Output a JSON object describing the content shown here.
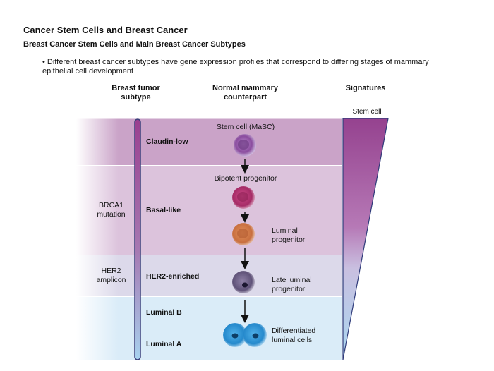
{
  "header": {
    "title": "Cancer Stem Cells and Breast Cancer",
    "subtitle": "Breast Cancer Stem Cells and Main Breast Cancer Subtypes",
    "bullet": "• Different breast cancer subtypes have gene expression profiles that correspond to differing stages of mammary epithelial cell development"
  },
  "columns": {
    "tumor_subtype": [
      "Breast tumor",
      "subtype"
    ],
    "normal_counterpart": [
      "Normal mammary",
      "counterpart"
    ],
    "signatures": "Signatures"
  },
  "signature_top_label": "Stem cell",
  "mutations": {
    "brca1": [
      "BRCA1",
      "mutation"
    ],
    "her2": [
      "HER2",
      "amplicon"
    ]
  },
  "subtypes": [
    "Claudin-low",
    "Basal-like",
    "HER2-enriched",
    "Luminal B",
    "Luminal A"
  ],
  "cells": {
    "stem": "Stem cell (MaSC)",
    "bipotent": "Bipotent progenitor",
    "luminal_progenitor": [
      "Luminal",
      "progenitor"
    ],
    "late_luminal": [
      "Late luminal",
      "progenitor"
    ],
    "differentiated": [
      "Differentiated",
      "luminal cells"
    ]
  },
  "colors": {
    "band_claudin": "#caa3c8",
    "band_basal": "#dcc3dc",
    "band_her2": "#dcd9ea",
    "band_luminal": "#daecf8",
    "wedge_top": "#95428f",
    "wedge_bottom": "#a9d6f0",
    "cell_stem": "#8a4c9e",
    "cell_bipotent": "#b0306e",
    "cell_luminal_prog": "#d07845",
    "cell_late_luminal": "#6e5e86",
    "cell_differentiated": "#2d8fd0"
  }
}
